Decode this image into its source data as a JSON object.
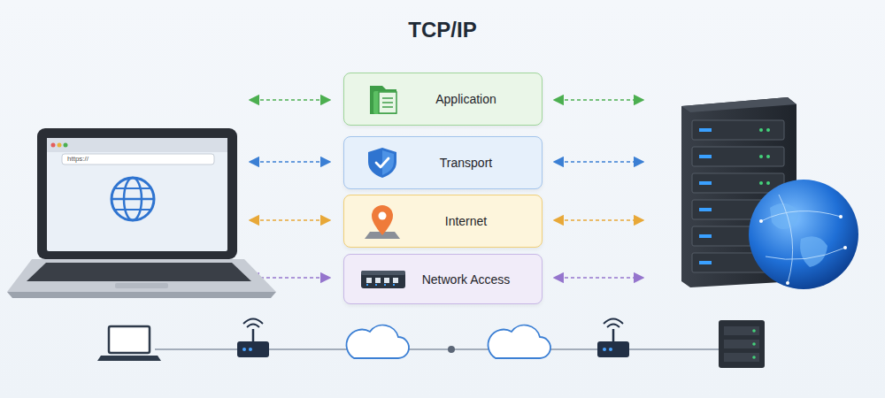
{
  "diagram": {
    "title": "TCP/IP",
    "nodes": [
      {
        "text": [
          "Application"
        ]
      },
      {
        "text": [
          "Transport"
        ]
      },
      {
        "text": [
          "Internet"
        ]
      },
      {
        "text": [
          "Network Access"
        ]
      }
    ],
    "labels": [
      "https://"
    ]
  }
}
